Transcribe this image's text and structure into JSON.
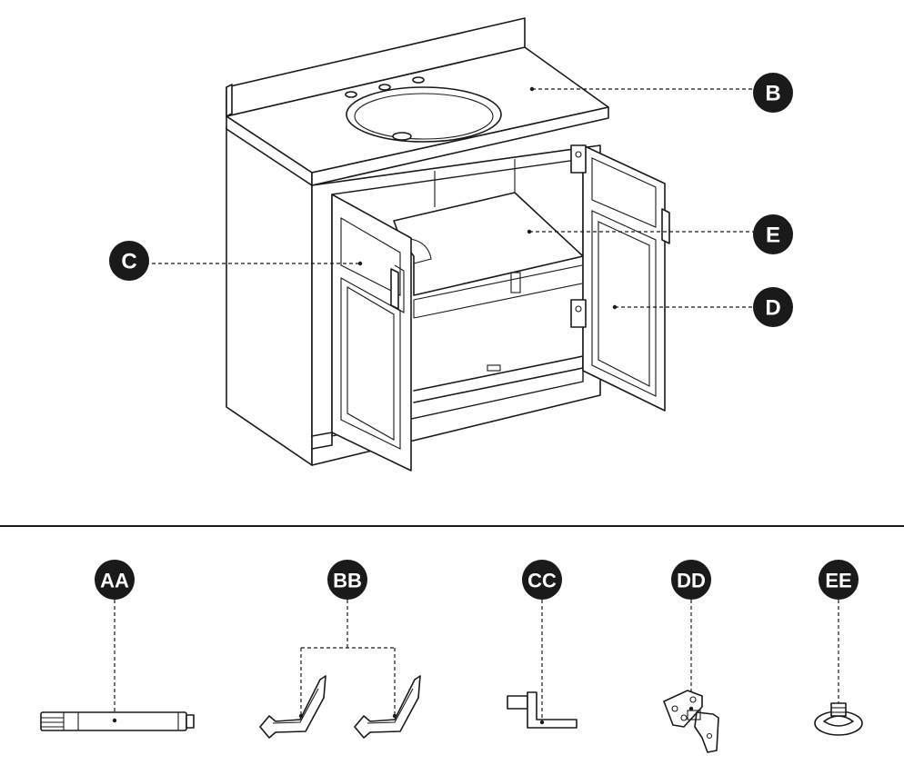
{
  "callouts": {
    "B": "B",
    "C": "C",
    "D": "D",
    "E": "E"
  },
  "hardware": {
    "AA": "AA",
    "BB": "BB",
    "CC": "CC",
    "DD": "DD",
    "EE": "EE"
  },
  "colors": {
    "ink": "#1a1a1a",
    "paper": "#ffffff",
    "shade": "#e8e8e8"
  }
}
